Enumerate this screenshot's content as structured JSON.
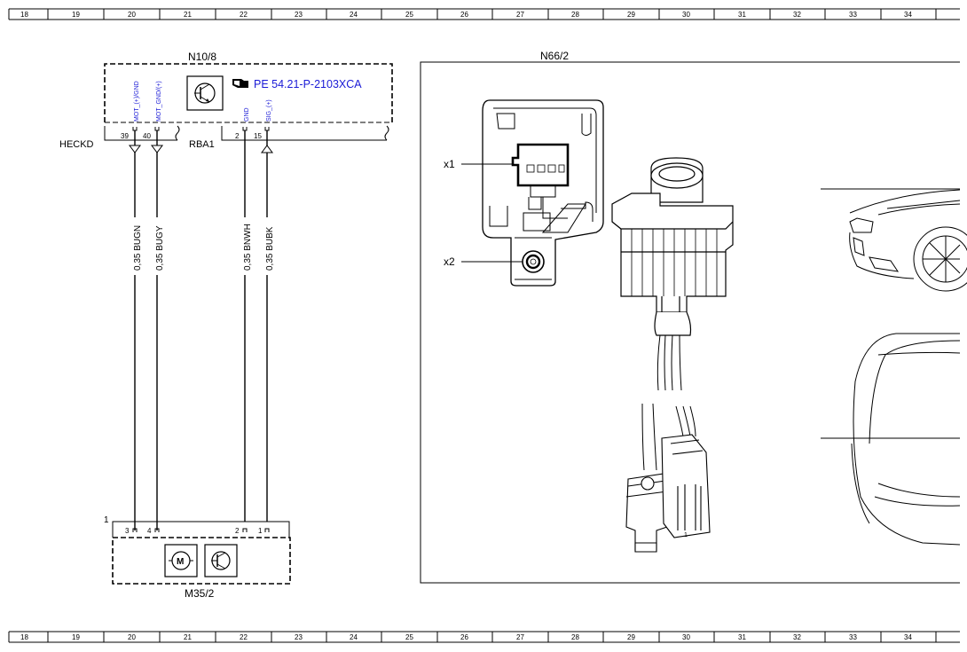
{
  "grid": {
    "columns": [
      "18",
      "19",
      "20",
      "21",
      "22",
      "23",
      "24",
      "25",
      "26",
      "27",
      "28",
      "29",
      "30",
      "31",
      "32",
      "33",
      "34"
    ]
  },
  "control_unit": {
    "id": "N10/8",
    "reference_text": "PE 54.21-P-2103XCA",
    "reference_icon": "hand-pointer-icon",
    "pins": [
      {
        "number": "39",
        "signal": "MOT_(+)/GND",
        "wire": "0,35 BUGN",
        "connector_arrow": "down"
      },
      {
        "number": "40",
        "signal": "MOT_GND/(+)",
        "wire": "0,35 BUGY",
        "connector_arrow": "down"
      },
      {
        "number": "2",
        "signal": "GND",
        "wire": "0,35 BNWH",
        "connector_arrow": "none"
      },
      {
        "number": "15",
        "signal": "SIG_(+)",
        "wire": "0,35 BUBK",
        "connector_arrow": "up"
      }
    ],
    "connector_left": "HECKD",
    "connector_right": "RBA1"
  },
  "motor_unit": {
    "id": "M35/2",
    "connector": "1",
    "pins": [
      "3",
      "4",
      "2",
      "1"
    ],
    "symbols": [
      "motor-icon",
      "transistor-icon"
    ]
  },
  "component_view": {
    "id": "N66/2",
    "callouts": [
      "x1",
      "x2"
    ],
    "connector_pin_label": "1"
  },
  "colors": {
    "line": "#000000",
    "signal_label": "#1a1ad6"
  }
}
